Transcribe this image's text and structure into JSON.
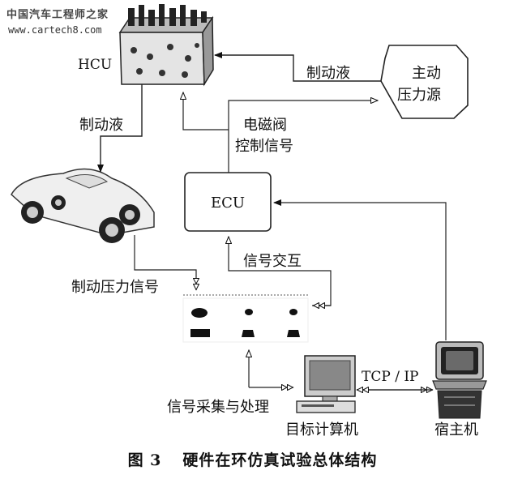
{
  "watermark": {
    "site_name": "中国汽车工程师之家",
    "site_url": "www.cartech8.com"
  },
  "nodes": {
    "hcu": "HCU",
    "pressure_source_line1": "主动",
    "pressure_source_line2": "压力源",
    "ecu": "ECU",
    "target_computer": "目标计算机",
    "host_computer": "宿主机"
  },
  "edges": {
    "fluid_source_to_hcu": "制动液",
    "fluid_hcu_to_car": "制动液",
    "valve_signal_line1": "电磁阀",
    "valve_signal_line2": "控制信号",
    "signal_exchange": "信号交互",
    "brake_pressure_signal": "制动压力信号",
    "acquisition_processing": "信号采集与处理",
    "tcp_ip": "TCP / IP"
  },
  "caption": {
    "figure_number": "图 3",
    "title": "硬件在环仿真试验总体结构"
  }
}
